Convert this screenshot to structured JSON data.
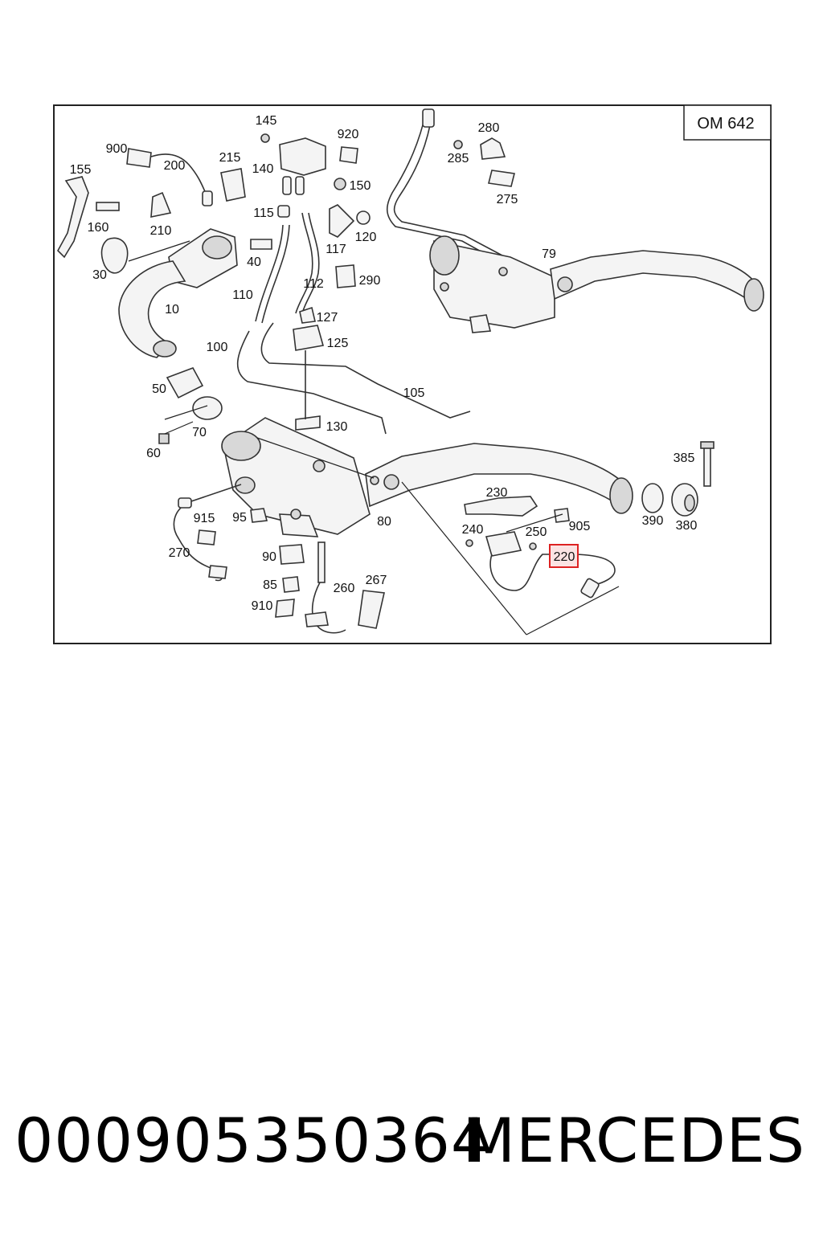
{
  "diagram": {
    "engine_code": "OM 642",
    "highlighted_callout": "220",
    "callouts": {
      "c145": "145",
      "c920": "920",
      "c900": "900",
      "c215": "215",
      "c200": "200",
      "c140": "140",
      "c150": "150",
      "c155": "155",
      "c160": "160",
      "c210": "210",
      "c115": "115",
      "c117": "117",
      "c120": "120",
      "c40": "40",
      "c30": "30",
      "c290": "290",
      "c110": "110",
      "c112": "112",
      "c10": "10",
      "c127": "127",
      "c125": "125",
      "c100": "100",
      "c105": "105",
      "c50": "50",
      "c70": "70",
      "c130": "130",
      "c60": "60",
      "c280": "280",
      "c285": "285",
      "c275": "275",
      "c79": "79",
      "c385": "385",
      "c230": "230",
      "c905": "905",
      "c390": "390",
      "c380": "380",
      "c240": "240",
      "c250": "250",
      "c220": "220",
      "c915": "915",
      "c95": "95",
      "c80": "80",
      "c270": "270",
      "c90": "90",
      "c85": "85",
      "c260": "260",
      "c267": "267",
      "c910": "910"
    }
  },
  "footer": {
    "part_number": "000905350364",
    "brand": "MERCEDES"
  }
}
